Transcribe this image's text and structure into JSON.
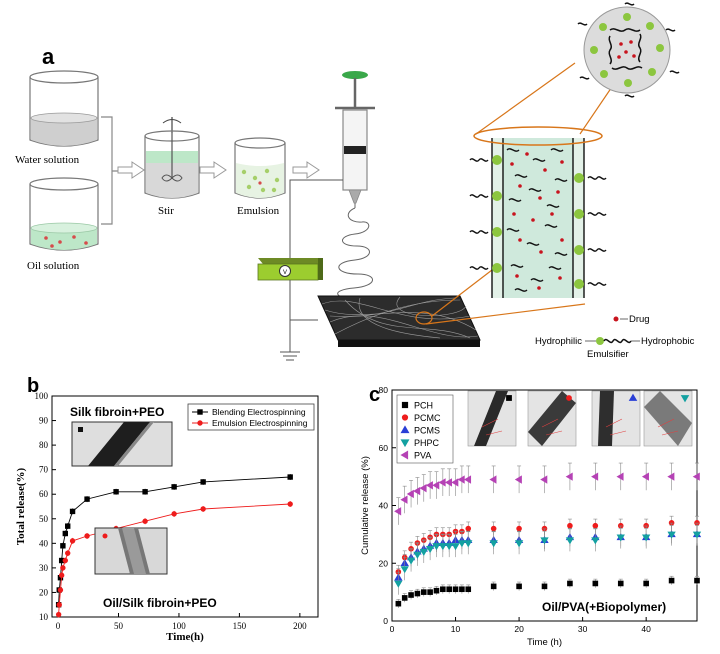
{
  "panel_a": {
    "label": "a",
    "water_solution": "Water solution",
    "oil_solution": "Oil solution",
    "stir": "Stir",
    "emulsion": "Emulsion",
    "legend_drug": "Drug",
    "legend_hydrophilic": "Hydrophilic",
    "legend_hydrophobic": "Hydrophobic",
    "legend_emulsifier": "Emulsifier"
  },
  "chart_data": [
    {
      "panel": "b",
      "type": "line",
      "xlabel": "Time(h)",
      "ylabel": "Total release(%)",
      "xlim": [
        -5,
        215
      ],
      "ylim": [
        10,
        100
      ],
      "xticks": [
        0,
        50,
        100,
        150,
        200
      ],
      "yticks": [
        10,
        20,
        30,
        40,
        50,
        60,
        70,
        80,
        90,
        100
      ],
      "legend_position": "top-right",
      "grid": false,
      "annotations": [
        "Silk fibroin+PEO",
        "Oil/Silk fibroin+PEO"
      ],
      "series": [
        {
          "name": "Blending Electrospinning",
          "color": "#000000",
          "marker": "square",
          "x": [
            0.5,
            1,
            2,
            3,
            4,
            6,
            8,
            12,
            24,
            48,
            72,
            96,
            120,
            192
          ],
          "y": [
            15,
            21,
            26,
            33,
            39,
            44,
            47,
            53,
            58,
            61,
            61,
            63,
            65,
            67
          ]
        },
        {
          "name": "Emulsion Electrospinning",
          "color": "#ee1c1c",
          "marker": "circle",
          "x": [
            0.5,
            1,
            2,
            3,
            4,
            6,
            8,
            12,
            24,
            48,
            72,
            96,
            120,
            192
          ],
          "y": [
            11,
            15,
            21,
            27,
            30,
            33,
            36,
            41,
            43,
            46,
            49,
            52,
            54,
            56
          ]
        }
      ]
    },
    {
      "panel": "c",
      "type": "scatter",
      "xlabel": "Time (h)",
      "ylabel": "Cumulative release (%)",
      "xlim": [
        0,
        48
      ],
      "ylim": [
        0,
        80
      ],
      "xticks": [
        0,
        10,
        20,
        30,
        40
      ],
      "yticks": [
        0,
        20,
        40,
        60,
        80
      ],
      "legend_position": "top-left",
      "grid": false,
      "annotation": "Oil/PVA(+Biopolymer)",
      "x": [
        1,
        2,
        3,
        4,
        5,
        6,
        7,
        8,
        9,
        10,
        11,
        12,
        16,
        20,
        24,
        28,
        32,
        36,
        40,
        44,
        48
      ],
      "series": [
        {
          "name": "PCH",
          "color": "#000000",
          "marker": "square",
          "y": [
            6,
            8,
            9,
            9.5,
            10,
            10,
            10.5,
            11,
            11,
            11,
            11,
            11,
            12,
            12,
            12,
            13,
            13,
            13,
            13,
            14,
            14
          ]
        },
        {
          "name": "PCMC",
          "color": "#ee1c1c",
          "marker": "circle",
          "y": [
            17,
            22,
            25,
            27,
            28,
            29,
            30,
            30,
            30,
            31,
            31,
            32,
            32,
            32,
            32,
            33,
            33,
            33,
            33,
            34,
            34
          ]
        },
        {
          "name": "PCMS",
          "color": "#2a3fd6",
          "marker": "triangle-up",
          "y": [
            15,
            20,
            22,
            24,
            25,
            26,
            27,
            27,
            27,
            28,
            28,
            28,
            28,
            28,
            28,
            29,
            29,
            29,
            29,
            30,
            30
          ]
        },
        {
          "name": "PHPC",
          "color": "#14a1a1",
          "marker": "triangle-down",
          "y": [
            13,
            18,
            21,
            23,
            24,
            25,
            26,
            26,
            26,
            26,
            27,
            27,
            27,
            27,
            28,
            28,
            28,
            29,
            29,
            30,
            30
          ]
        },
        {
          "name": "PVA",
          "color": "#b542b5",
          "marker": "triangle-left",
          "y": [
            38,
            42,
            44,
            45,
            46,
            47,
            47,
            48,
            48,
            48,
            49,
            49,
            49,
            49,
            49,
            50,
            50,
            50,
            50,
            50,
            50
          ]
        }
      ]
    }
  ]
}
